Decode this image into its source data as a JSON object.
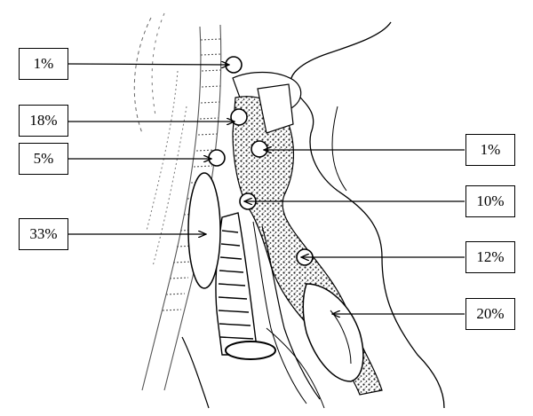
{
  "labels": [
    {
      "id": "label-1",
      "text": "1%"
    },
    {
      "id": "label-2",
      "text": "18%"
    },
    {
      "id": "label-3",
      "text": "5%"
    },
    {
      "id": "label-4",
      "text": "33%"
    },
    {
      "id": "label-5",
      "text": "1%"
    },
    {
      "id": "label-6",
      "text": "10%"
    },
    {
      "id": "label-7",
      "text": "12%"
    },
    {
      "id": "label-8",
      "text": "20%"
    }
  ],
  "colors": {
    "ink": "#000000",
    "background": "#ffffff",
    "stipple": "#333333"
  }
}
